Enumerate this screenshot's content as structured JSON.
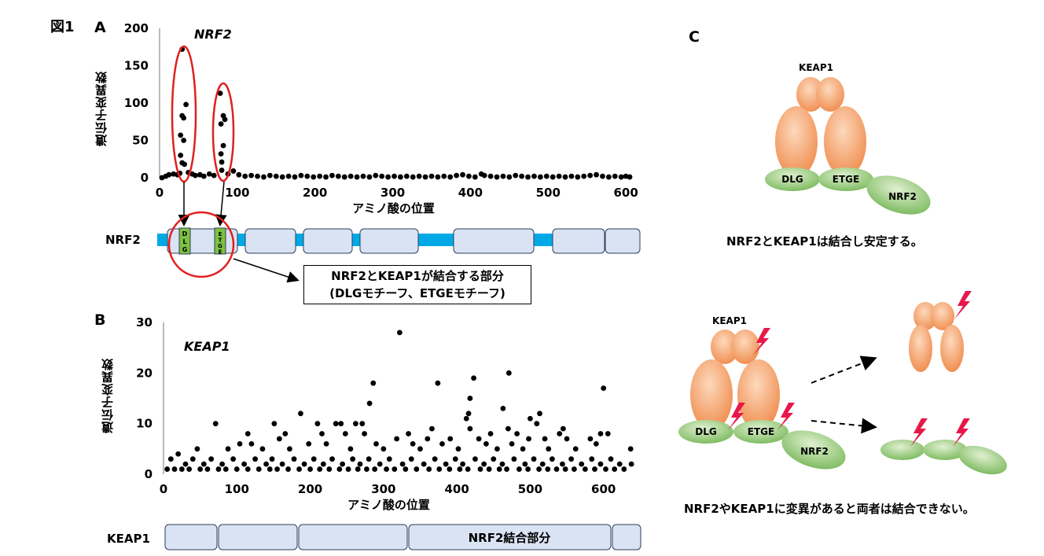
{
  "figure_label": "図1",
  "panels": {
    "a": "A",
    "b": "B",
    "c": "C"
  },
  "chart_data": [
    {
      "type": "scatter",
      "id": "nrf2",
      "title": "NRF2",
      "xlabel": "アミノ酸の位置",
      "ylabel": "遺伝子変異数",
      "xlim": [
        0,
        610
      ],
      "ylim": [
        0,
        200
      ],
      "x_ticks": [
        0,
        100,
        200,
        300,
        400,
        500,
        600
      ],
      "y_ticks": [
        0,
        50,
        100,
        150,
        200
      ],
      "grid": false,
      "points": [
        [
          29,
          172
        ],
        [
          34,
          98
        ],
        [
          29,
          83
        ],
        [
          31,
          80
        ],
        [
          27,
          57
        ],
        [
          31,
          50
        ],
        [
          27,
          30
        ],
        [
          29,
          20
        ],
        [
          32,
          18
        ],
        [
          78,
          113
        ],
        [
          82,
          83
        ],
        [
          84,
          78
        ],
        [
          79,
          72
        ],
        [
          82,
          43
        ],
        [
          79,
          32
        ],
        [
          80,
          21
        ],
        [
          80,
          10
        ],
        [
          3,
          0
        ],
        [
          8,
          2
        ],
        [
          12,
          4
        ],
        [
          18,
          5
        ],
        [
          23,
          4
        ],
        [
          26,
          6
        ],
        [
          37,
          7
        ],
        [
          42,
          5
        ],
        [
          46,
          3
        ],
        [
          52,
          4
        ],
        [
          57,
          2
        ],
        [
          64,
          5
        ],
        [
          70,
          3
        ],
        [
          88,
          5
        ],
        [
          95,
          9
        ],
        [
          102,
          4
        ],
        [
          110,
          2
        ],
        [
          118,
          3
        ],
        [
          126,
          2
        ],
        [
          134,
          1
        ],
        [
          142,
          3
        ],
        [
          150,
          2
        ],
        [
          158,
          1
        ],
        [
          166,
          2
        ],
        [
          174,
          1
        ],
        [
          182,
          3
        ],
        [
          190,
          2
        ],
        [
          198,
          1
        ],
        [
          206,
          2
        ],
        [
          214,
          1
        ],
        [
          222,
          3
        ],
        [
          230,
          2
        ],
        [
          238,
          1
        ],
        [
          246,
          2
        ],
        [
          254,
          1
        ],
        [
          262,
          2
        ],
        [
          270,
          1
        ],
        [
          278,
          3
        ],
        [
          286,
          2
        ],
        [
          294,
          1
        ],
        [
          302,
          2
        ],
        [
          310,
          1
        ],
        [
          318,
          2
        ],
        [
          326,
          1
        ],
        [
          334,
          2
        ],
        [
          342,
          1
        ],
        [
          350,
          2
        ],
        [
          358,
          1
        ],
        [
          366,
          2
        ],
        [
          374,
          1
        ],
        [
          382,
          3
        ],
        [
          390,
          4
        ],
        [
          398,
          2
        ],
        [
          406,
          1
        ],
        [
          414,
          5
        ],
        [
          418,
          3
        ],
        [
          426,
          2
        ],
        [
          434,
          1
        ],
        [
          442,
          2
        ],
        [
          450,
          1
        ],
        [
          458,
          3
        ],
        [
          466,
          2
        ],
        [
          474,
          1
        ],
        [
          482,
          2
        ],
        [
          490,
          1
        ],
        [
          498,
          2
        ],
        [
          506,
          1
        ],
        [
          514,
          2
        ],
        [
          522,
          1
        ],
        [
          530,
          2
        ],
        [
          538,
          1
        ],
        [
          546,
          2
        ],
        [
          554,
          3
        ],
        [
          562,
          4
        ],
        [
          570,
          2
        ],
        [
          578,
          1
        ],
        [
          586,
          2
        ],
        [
          594,
          1
        ],
        [
          600,
          2
        ],
        [
          605,
          1
        ]
      ]
    },
    {
      "type": "scatter",
      "id": "keap1",
      "title": "KEAP1",
      "xlabel": "アミノ酸の位置",
      "ylabel": "遺伝子変異数",
      "xlim": [
        0,
        640
      ],
      "ylim": [
        0,
        30
      ],
      "x_ticks": [
        0,
        100,
        200,
        300,
        400,
        500,
        600
      ],
      "y_ticks": [
        0,
        10,
        20,
        30
      ],
      "grid": false,
      "points": [
        [
          322,
          28
        ],
        [
          471,
          20
        ],
        [
          423,
          19
        ],
        [
          374,
          18
        ],
        [
          286,
          18
        ],
        [
          600,
          17
        ],
        [
          418,
          15
        ],
        [
          281,
          14
        ],
        [
          416,
          12
        ],
        [
          463,
          13
        ],
        [
          187,
          12
        ],
        [
          513,
          12
        ],
        [
          413,
          11
        ],
        [
          500,
          11
        ],
        [
          71,
          10
        ],
        [
          151,
          10
        ],
        [
          210,
          10
        ],
        [
          235,
          10
        ],
        [
          242,
          10
        ],
        [
          262,
          10
        ],
        [
          271,
          10
        ],
        [
          366,
          9
        ],
        [
          418,
          9
        ],
        [
          470,
          9
        ],
        [
          545,
          9
        ],
        [
          509,
          10
        ],
        [
          334,
          8
        ],
        [
          446,
          8
        ],
        [
          482,
          8
        ],
        [
          540,
          8
        ],
        [
          596,
          8
        ],
        [
          606,
          8
        ],
        [
          115,
          8
        ],
        [
          166,
          8
        ],
        [
          216,
          8
        ],
        [
          248,
          8
        ],
        [
          274,
          8
        ],
        [
          318,
          7
        ],
        [
          360,
          7
        ],
        [
          391,
          7
        ],
        [
          430,
          7
        ],
        [
          498,
          7
        ],
        [
          520,
          7
        ],
        [
          550,
          7
        ],
        [
          582,
          7
        ],
        [
          637,
          5
        ],
        [
          20,
          4
        ],
        [
          46,
          5
        ],
        [
          88,
          5
        ],
        [
          104,
          6
        ],
        [
          120,
          6
        ],
        [
          135,
          5
        ],
        [
          158,
          7
        ],
        [
          172,
          5
        ],
        [
          198,
          6
        ],
        [
          222,
          6
        ],
        [
          255,
          5
        ],
        [
          290,
          6
        ],
        [
          300,
          5
        ],
        [
          340,
          6
        ],
        [
          350,
          5
        ],
        [
          380,
          6
        ],
        [
          402,
          5
        ],
        [
          440,
          6
        ],
        [
          455,
          5
        ],
        [
          475,
          6
        ],
        [
          490,
          5
        ],
        [
          525,
          5
        ],
        [
          562,
          5
        ],
        [
          590,
          6
        ],
        [
          10,
          3
        ],
        [
          30,
          2
        ],
        [
          40,
          3
        ],
        [
          55,
          2
        ],
        [
          65,
          3
        ],
        [
          80,
          2
        ],
        [
          95,
          3
        ],
        [
          110,
          2
        ],
        [
          125,
          3
        ],
        [
          140,
          2
        ],
        [
          148,
          3
        ],
        [
          162,
          2
        ],
        [
          178,
          3
        ],
        [
          192,
          2
        ],
        [
          205,
          3
        ],
        [
          218,
          2
        ],
        [
          230,
          3
        ],
        [
          244,
          2
        ],
        [
          258,
          3
        ],
        [
          268,
          2
        ],
        [
          280,
          3
        ],
        [
          295,
          2
        ],
        [
          308,
          3
        ],
        [
          326,
          2
        ],
        [
          338,
          3
        ],
        [
          355,
          2
        ],
        [
          370,
          3
        ],
        [
          385,
          2
        ],
        [
          398,
          3
        ],
        [
          408,
          2
        ],
        [
          425,
          3
        ],
        [
          437,
          2
        ],
        [
          450,
          3
        ],
        [
          462,
          2
        ],
        [
          478,
          3
        ],
        [
          493,
          2
        ],
        [
          505,
          3
        ],
        [
          517,
          2
        ],
        [
          530,
          3
        ],
        [
          544,
          2
        ],
        [
          556,
          3
        ],
        [
          570,
          2
        ],
        [
          584,
          3
        ],
        [
          596,
          2
        ],
        [
          610,
          3
        ],
        [
          622,
          2
        ],
        [
          638,
          2
        ],
        [
          5,
          1
        ],
        [
          15,
          1
        ],
        [
          25,
          1
        ],
        [
          35,
          1
        ],
        [
          50,
          1
        ],
        [
          60,
          1
        ],
        [
          75,
          1
        ],
        [
          85,
          1
        ],
        [
          100,
          1
        ],
        [
          115,
          1
        ],
        [
          130,
          1
        ],
        [
          145,
          1
        ],
        [
          155,
          1
        ],
        [
          170,
          1
        ],
        [
          185,
          1
        ],
        [
          200,
          1
        ],
        [
          213,
          1
        ],
        [
          226,
          1
        ],
        [
          240,
          1
        ],
        [
          252,
          1
        ],
        [
          265,
          1
        ],
        [
          277,
          1
        ],
        [
          288,
          1
        ],
        [
          304,
          1
        ],
        [
          315,
          1
        ],
        [
          330,
          1
        ],
        [
          345,
          1
        ],
        [
          362,
          1
        ],
        [
          376,
          1
        ],
        [
          390,
          1
        ],
        [
          404,
          1
        ],
        [
          415,
          1
        ],
        [
          432,
          1
        ],
        [
          444,
          1
        ],
        [
          458,
          1
        ],
        [
          468,
          1
        ],
        [
          485,
          1
        ],
        [
          497,
          1
        ],
        [
          512,
          1
        ],
        [
          524,
          1
        ],
        [
          536,
          1
        ],
        [
          548,
          1
        ],
        [
          560,
          1
        ],
        [
          575,
          1
        ],
        [
          588,
          1
        ],
        [
          603,
          1
        ],
        [
          615,
          1
        ],
        [
          628,
          1
        ]
      ]
    }
  ],
  "nrf2_domain": {
    "label": "NRF2",
    "motif1": "DLG",
    "motif2": "ETGE",
    "callout_line1": "NRF2とKEAP1が結合する部分",
    "callout_line2": "(DLGモチーフ、ETGEモチーフ)"
  },
  "keap1_domain": {
    "label": "KEAP1",
    "region": "NRF2結合部分"
  },
  "panel_c": {
    "keap1": "KEAP1",
    "dlg": "DLG",
    "etge": "ETGE",
    "nrf2": "NRF2",
    "caption_top": "NRF2とKEAP1は結合し安定する。",
    "caption_bottom": "NRF2やKEAP1に変異があると両者は結合できない。"
  },
  "colors": {
    "orange_light": "#fbcba5",
    "orange_dark": "#f08a4b",
    "green_light": "#cfe8b8",
    "green_dark": "#7fbf5e",
    "domain_box": "#dae3f3",
    "domain_line": "#00a9e6",
    "motif_green": "#7dc142",
    "circle_red": "#e02020",
    "bolt": "#e8174a"
  }
}
